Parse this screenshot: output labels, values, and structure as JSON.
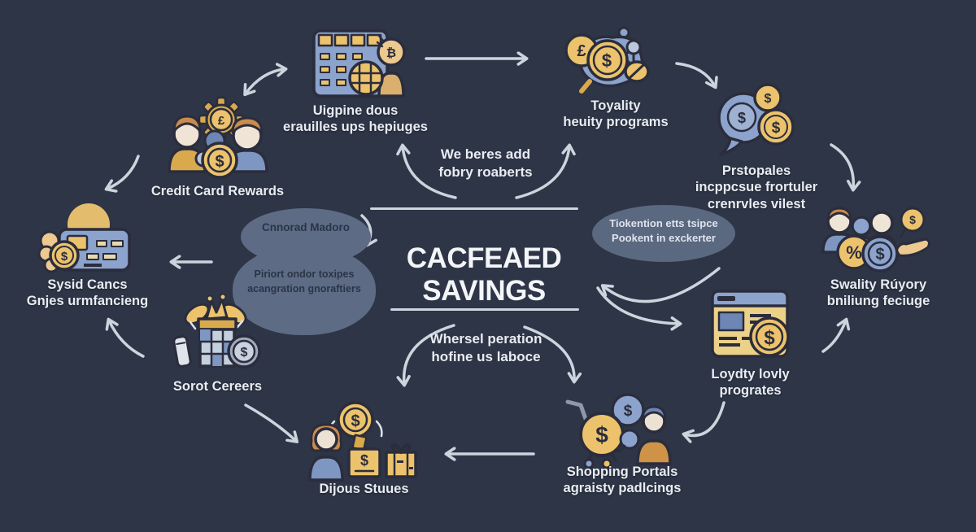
{
  "title": "CACFEAED SAVINGS",
  "nodes": {
    "signup": {
      "line1": "Uigpine dous",
      "line2": "erauilles ups hepiuges"
    },
    "loyalty": {
      "line1": "Toyality",
      "line2": "heuity programs"
    },
    "proposals": {
      "line1": "Prstopales",
      "line2": "incppcsue frortuler",
      "line3": "crenrvles vilest"
    },
    "quality": {
      "line1": "Swality Rúyory",
      "line2": "bniliung feciuge"
    },
    "portal": {
      "line1": "Loydty lovly",
      "line2": "progrates"
    },
    "shopping": {
      "line1": "Shopping Portals",
      "line2": "agraisty padlcings"
    },
    "stores": {
      "line1": "Dijous Stuues"
    },
    "offers": {
      "line1": "Sorot Cereers"
    },
    "cards": {
      "line1": "Sysid Cancs",
      "line2": "Gnjes urmfancieng"
    },
    "credit": {
      "line1": "Credit Card Rewards"
    }
  },
  "bubbles": {
    "cloud_top": "Cnnorad Madoro",
    "cloud_line1": "Piriort ondor toxipes",
    "cloud_line2": "acangration gnoraftiers",
    "ellipse_line1": "Tiokention etts tsipce",
    "ellipse_line2": "Pookent in exckerter"
  },
  "annotations": {
    "top_line1": "We beres add",
    "top_line2": "fobry roaberts",
    "bottom_line1": "Whersel peration",
    "bottom_line2": "hofine us laboce"
  },
  "colors": {
    "background": "#2d3546",
    "text": "#e9ecf2",
    "arrow": "#ccd4dd",
    "gold": "#ecc36c",
    "blue": "#8ba3cd",
    "bubble": "#5d6b85"
  }
}
